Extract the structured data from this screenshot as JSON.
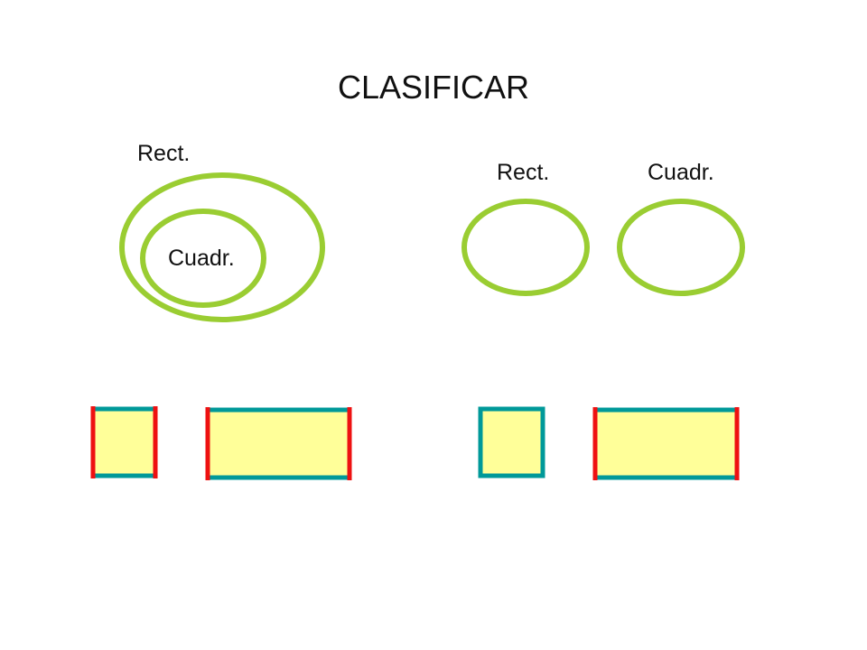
{
  "slide": {
    "title": "CLASIFICAR",
    "left_diagram": {
      "outer_label": "Rect.",
      "inner_label": "Cuadr."
    },
    "right_diagram": {
      "set_a_label": "Rect.",
      "set_b_label": "Cuadr."
    },
    "shapes": [
      {
        "kind": "square",
        "vertical_sides": "red"
      },
      {
        "kind": "rectangle",
        "vertical_sides": "red"
      },
      {
        "kind": "square",
        "vertical_sides": "teal"
      },
      {
        "kind": "rectangle",
        "vertical_sides": "red"
      }
    ]
  },
  "colors": {
    "set_outline": "#9ACD32",
    "shape_fill": "#FFFF99",
    "edge_teal": "#009999",
    "edge_red": "#EE1111",
    "text": "#111111"
  }
}
